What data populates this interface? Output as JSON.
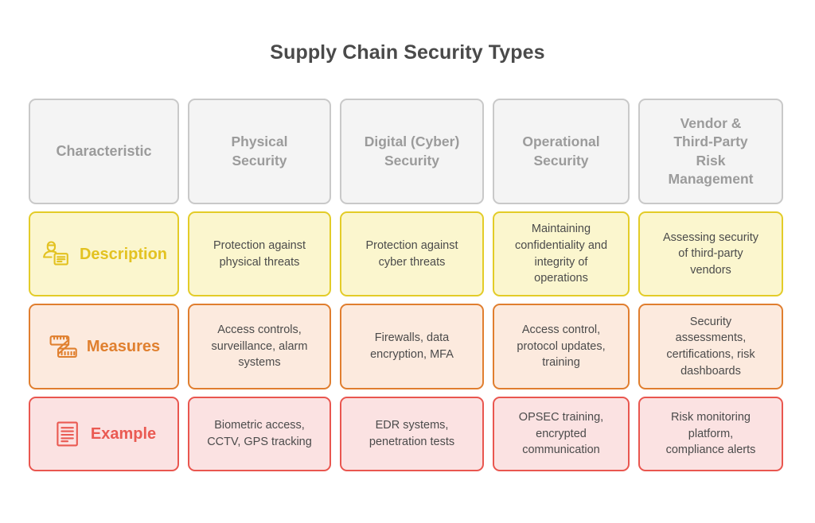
{
  "title": "Supply Chain Security Types",
  "colors": {
    "title_text": "#4a4a4a",
    "header_fill": "#f4f4f4",
    "header_border": "#c9c9c9",
    "header_text": "#9b9b9b",
    "yellow_fill": "#fbf6ce",
    "yellow_border": "#e3cc28",
    "yellow_text": "#e3c221",
    "orange_fill": "#fceade",
    "orange_border": "#e07e2f",
    "orange_text": "#e0802f",
    "red_fill": "#fbe2e2",
    "red_border": "#e9564f",
    "red_text": "#ea5a52",
    "cell_text": "#4b4b4b"
  },
  "table": {
    "headers": [
      "Characteristic",
      "Physical\nSecurity",
      "Digital (Cyber)\nSecurity",
      "Operational\nSecurity",
      "Vendor &\nThird-Party\nRisk\nManagement"
    ],
    "rows": [
      {
        "label": "Description",
        "icon": "person-document-icon",
        "accent": "yellow",
        "cells": [
          "Protection against\nphysical threats",
          "Protection against\ncyber threats",
          "Maintaining\nconfidentiality and\nintegrity of\noperations",
          "Assessing security\nof third-party\nvendors"
        ]
      },
      {
        "label": "Measures",
        "icon": "measuring-tape-icon",
        "accent": "orange",
        "cells": [
          "Access controls,\nsurveillance, alarm\nsystems",
          "Firewalls, data\nencryption, MFA",
          "Access control,\nprotocol updates,\ntraining",
          "Security\nassessments,\ncertifications, risk\ndashboards"
        ]
      },
      {
        "label": "Example",
        "icon": "document-lines-icon",
        "accent": "red",
        "cells": [
          "Biometric access,\nCCTV, GPS tracking",
          "EDR systems,\npenetration tests",
          "OPSEC training,\nencrypted\ncommunication",
          "Risk monitoring\nplatform,\ncompliance alerts"
        ]
      }
    ]
  }
}
